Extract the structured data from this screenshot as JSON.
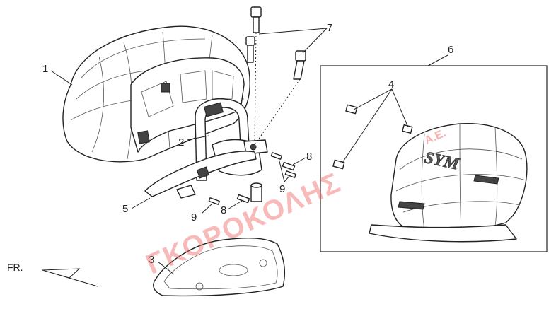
{
  "callouts": [
    {
      "id": "c1",
      "label": "1"
    },
    {
      "id": "c2",
      "label": "2"
    },
    {
      "id": "c3",
      "label": "3"
    },
    {
      "id": "c4",
      "label": "4"
    },
    {
      "id": "c5",
      "label": "5"
    },
    {
      "id": "c6",
      "label": "6"
    },
    {
      "id": "c7",
      "label": "7"
    },
    {
      "id": "c8a",
      "label": "8"
    },
    {
      "id": "c8b",
      "label": "8"
    },
    {
      "id": "c9a",
      "label": "9"
    },
    {
      "id": "c9b",
      "label": "9"
    }
  ],
  "direction_label": "FR.",
  "watermark": {
    "main": "ΓΚΟΡΟΚΟΛΗΣ",
    "suffix": "Α.Ε."
  },
  "logo_text": "SYM"
}
